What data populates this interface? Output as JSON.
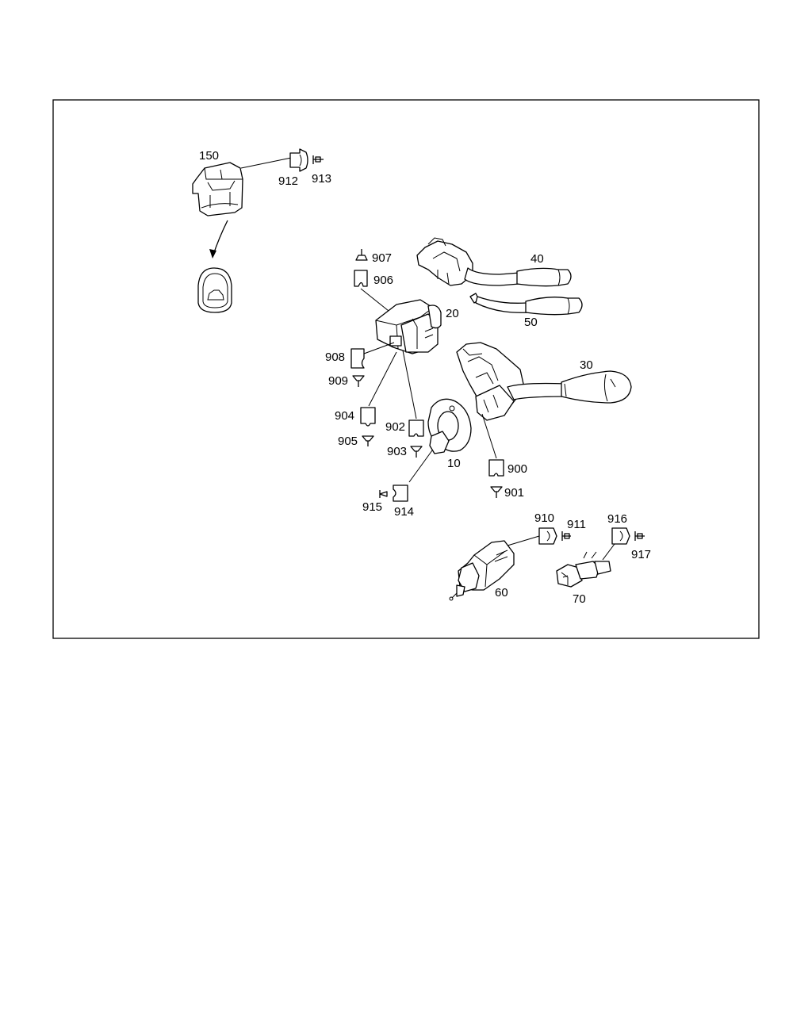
{
  "callouts": {
    "c150": "150",
    "c912": "912",
    "c913": "913",
    "c907": "907",
    "c906": "906",
    "c40": "40",
    "c50": "50",
    "c20": "20",
    "c908": "908",
    "c909": "909",
    "c30": "30",
    "c904": "904",
    "c905": "905",
    "c902": "902",
    "c903": "903",
    "c10": "10",
    "c900": "900",
    "c901": "901",
    "c915": "915",
    "c914": "914",
    "c910": "910",
    "c911": "911",
    "c916": "916",
    "c917": "917",
    "c60": "60",
    "c70": "70"
  },
  "icons": {
    "socket": "connector-housing-icon",
    "pin": "contact-pin-icon",
    "button_symbol": "car-roof-icon"
  }
}
